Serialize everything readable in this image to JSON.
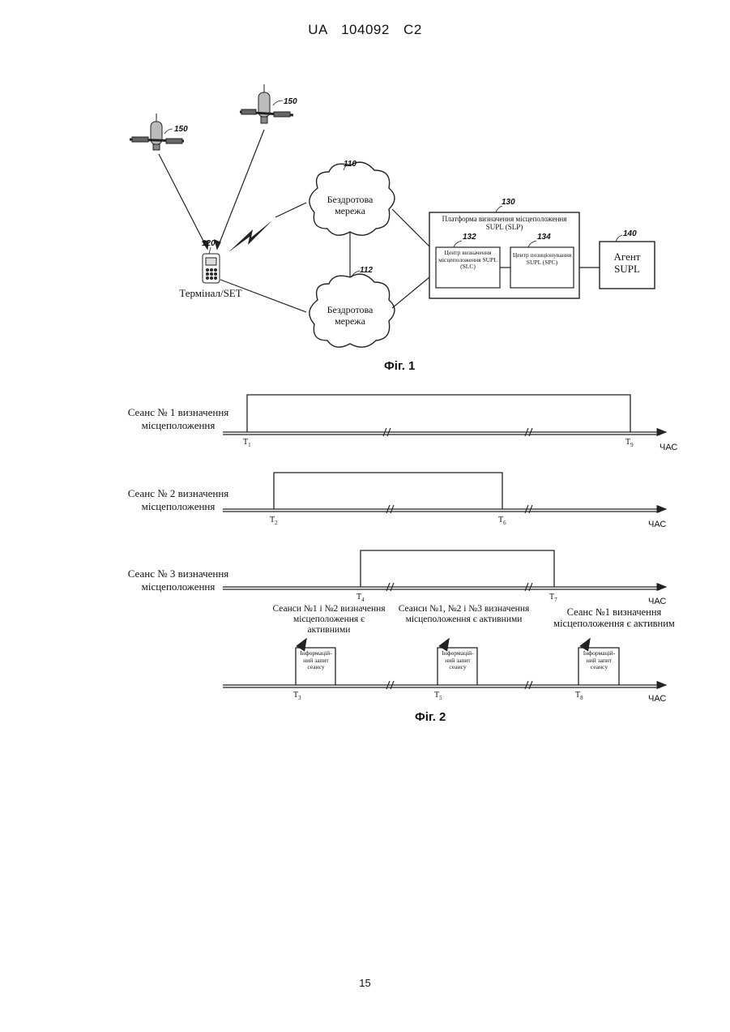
{
  "header": "UA 104092 C2",
  "page_number": "15",
  "fig1": {
    "caption": "Фіг. 1",
    "satellite_ref_left": "150",
    "satellite_ref_right": "150",
    "terminal_ref": "120",
    "terminal_label": "Термінал/SET",
    "network_top_ref": "110",
    "network_top_label": "Бездротова мережа",
    "network_bottom_ref": "112",
    "network_bottom_label": "Бездротова мережа",
    "slp_ref": "130",
    "slp_label": "Платформа визначення місцеположення SUPL (SLP)",
    "slc_ref": "132",
    "slc_label": "Центр визначення місцеположення SUPL (SLC)",
    "spc_ref": "134",
    "spc_label": "Центр позиціонування SUPL (SPC)",
    "agent_ref": "140",
    "agent_label": "Агент SUPL"
  },
  "fig2": {
    "caption": "Фіг. 2",
    "time_label": "ЧАС",
    "sessions": [
      {
        "label": "Сеанс № 1 визначення місцеположення",
        "start": "T",
        "start_sub": "1",
        "end": "T",
        "end_sub": "9"
      },
      {
        "label": "Сеанс № 2 визначення місцеположення",
        "start": "T",
        "start_sub": "2",
        "end": "T",
        "end_sub": "6"
      },
      {
        "label": "Сеанс № 3 визначення місцеположення",
        "start": "T",
        "start_sub": "4",
        "end": "T",
        "end_sub": "7"
      }
    ],
    "notes": [
      "Сеанси №1 і №2 визначення місцеположення є активними",
      "Сеанси №1, №2 і №3 визначення місцеположення є активними",
      "Сеанс №1 визначення місцеположення є активним"
    ],
    "request_label": "Інформацій-ний запит сеансу",
    "request_ticks": [
      {
        "t": "T",
        "sub": "3"
      },
      {
        "t": "T",
        "sub": "5"
      },
      {
        "t": "T",
        "sub": "8"
      }
    ]
  }
}
